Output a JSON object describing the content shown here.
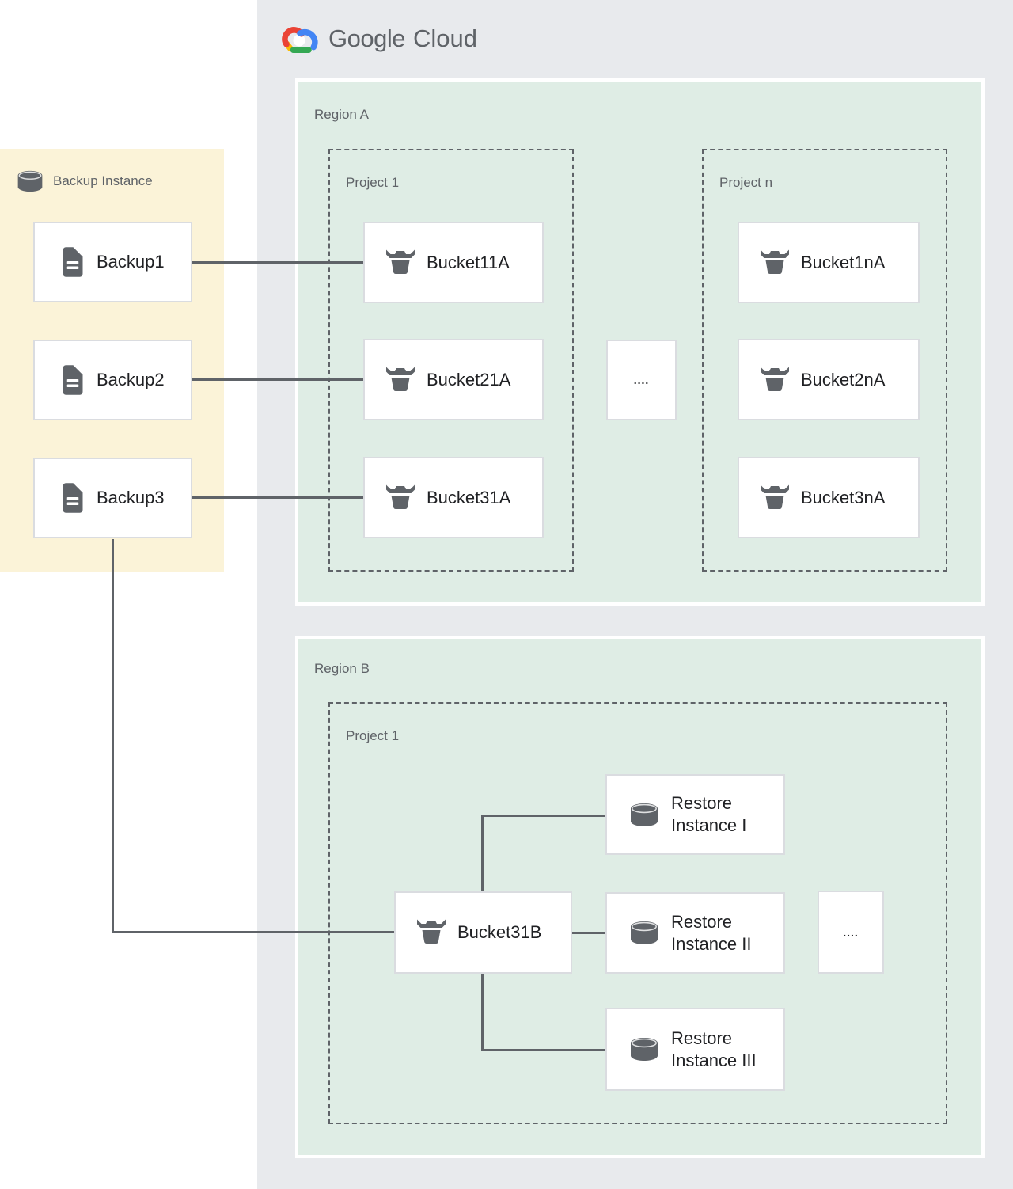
{
  "brand": {
    "google": "Google",
    "cloud": "Cloud"
  },
  "backup_panel": {
    "title": "Backup Instance",
    "backups": [
      {
        "label": "Backup1"
      },
      {
        "label": "Backup2"
      },
      {
        "label": "Backup3"
      }
    ]
  },
  "region_a": {
    "label": "Region A",
    "ellipsis": "....",
    "project_1": {
      "label": "Project 1",
      "buckets": [
        {
          "label": "Bucket11A"
        },
        {
          "label": "Bucket21A"
        },
        {
          "label": "Bucket31A"
        }
      ]
    },
    "project_n": {
      "label": "Project n",
      "buckets": [
        {
          "label": "Bucket1nA"
        },
        {
          "label": "Bucket2nA"
        },
        {
          "label": "Bucket3nA"
        }
      ]
    }
  },
  "region_b": {
    "label": "Region B",
    "project_1": {
      "label": "Project 1",
      "ellipsis": "....",
      "bucket": {
        "label": "Bucket31B"
      },
      "restores": [
        {
          "line1": "Restore",
          "line2": "Instance I"
        },
        {
          "line1": "Restore",
          "line2": "Instance II"
        },
        {
          "line1": "Restore",
          "line2": "Instance III"
        }
      ]
    }
  },
  "colors": {
    "cloud_panel_bg": "#e8eaed",
    "region_bg": "#dfede5",
    "backup_panel_bg": "#fbf3d8",
    "node_border": "#dadce0",
    "connector": "#5f6368",
    "icon_gray": "#5f6368",
    "label_gray": "#5f6368",
    "label_dark": "#202124",
    "logo_red": "#ea4335",
    "logo_blue": "#4285f4",
    "logo_green": "#34a853",
    "logo_yellow": "#fbbc04"
  }
}
